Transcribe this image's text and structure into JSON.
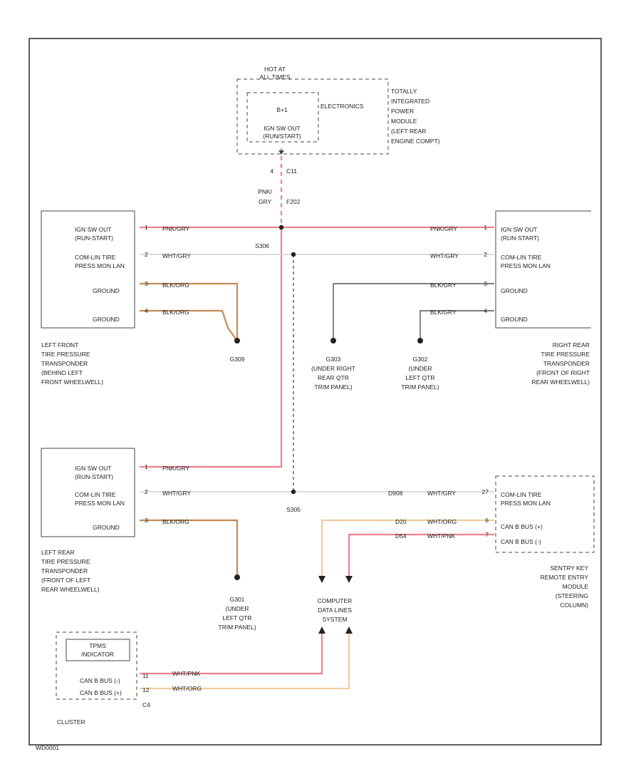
{
  "footer": {
    "code": "WD0001"
  },
  "tipm": {
    "hot_at": [
      "HOT AT",
      "ALL TIMES"
    ],
    "fuse": "B+1",
    "ign_label": [
      "IGN SW OUT",
      "(RUN/START)"
    ],
    "electronics": "ELECTRONICS",
    "name": [
      "TOTALLY",
      "INTEGRATED",
      "POWER",
      "MODULE",
      "(LEFT REAR",
      "ENGINE COMPT)"
    ],
    "pin": "4",
    "connector": "C11",
    "wire": [
      "PNK/",
      "GRY",
      "F202"
    ]
  },
  "splices": {
    "s306": "S306",
    "s305": "S305"
  },
  "left_front": {
    "pins": [
      {
        "pin": "1",
        "wire": "PNK/GRY",
        "label": [
          "IGN SW OUT",
          "(RUN-START)"
        ]
      },
      {
        "pin": "2",
        "wire": "WHT/GRY",
        "label": [
          "COM-LIN TIRE",
          "PRESS MON LAN"
        ]
      },
      {
        "pin": "3",
        "wire": "BLK/ORG",
        "label": [
          "GROUND"
        ]
      },
      {
        "pin": "4",
        "wire": "BLK/ORG",
        "label": [
          "GROUND"
        ]
      }
    ],
    "ground": "G309",
    "name": [
      "LEFT FRONT",
      "TIRE PRESSURE",
      "TRANSPONDER",
      "(BEHIND LEFT",
      "FRONT WHEELWELL)"
    ]
  },
  "right_rear": {
    "pins": [
      {
        "pin": "1",
        "wire": "PNK/GRY",
        "label": [
          "IGN SW OUT",
          "(RUN-START)"
        ]
      },
      {
        "pin": "2",
        "wire": "WHT/GRY",
        "label": [
          "COM-LIN TIRE",
          "PRESS MON LAN"
        ]
      },
      {
        "pin": "3",
        "wire": "BLK/GRY",
        "label": [
          "GROUND"
        ]
      },
      {
        "pin": "4",
        "wire": "BLK/GRY",
        "label": [
          "GROUND"
        ]
      }
    ],
    "name": [
      "RIGHT REAR",
      "TIRE PRESSURE",
      "TRANSPONDER",
      "(FRONT OF RIGHT",
      "REAR WHEELWELL)"
    ]
  },
  "grounds": {
    "g303": [
      "G303",
      "(UNDER RIGHT",
      "REAR QTR",
      "TRIM PANEL)"
    ],
    "g302": [
      "G302",
      "(UNDER",
      "LEFT QTR",
      "TRIM PANEL)"
    ],
    "g301": [
      "G301",
      "(UNDER",
      "LEFT QTR",
      "TRIM PANEL)"
    ]
  },
  "left_rear": {
    "pins": [
      {
        "pin": "1",
        "wire": "PNK/GRY",
        "label": [
          "IGN SW OUT",
          "(RUN-START)"
        ]
      },
      {
        "pin": "2",
        "wire": "WHT/GRY",
        "label": [
          "COM-LIN TIRE",
          "PRESS MON LAN"
        ]
      },
      {
        "pin": "3",
        "wire": "BLK/ORG",
        "label": [
          "GROUND"
        ]
      }
    ],
    "name": [
      "LEFT REAR",
      "TIRE PRESSURE",
      "TRANSPONDER",
      "(FRONT OF LEFT",
      "REAR WHEELWELL)"
    ]
  },
  "sentry": {
    "pins": [
      {
        "pin": "27",
        "circuit": "D908",
        "wire": "WHT/GRY",
        "label": [
          "COM-LIN TIRE",
          "PRESS MON LAN"
        ]
      },
      {
        "pin": "6",
        "circuit": "D20",
        "wire": "WHT/ORG",
        "label": [
          "CAN B BUS (+)"
        ]
      },
      {
        "pin": "7",
        "circuit": "D54",
        "wire": "WHT/PNK",
        "label": [
          "CAN B BUS (-)"
        ]
      }
    ],
    "name": [
      "SENTRY KEY",
      "REMOTE ENTRY",
      "MODULE",
      "(STEERING",
      "COLUMN)"
    ]
  },
  "data_lines": {
    "label": [
      "COMPUTER",
      "DATA LINES",
      "SYSTEM"
    ]
  },
  "cluster": {
    "indicator": [
      "TPMS",
      "INDICATOR"
    ],
    "pins": [
      {
        "pin": "11",
        "wire": "WHT/PNK",
        "label": "CAN B BUS (-)"
      },
      {
        "pin": "12",
        "wire": "WHT/ORG",
        "label": "CAN B BUS (+)"
      }
    ],
    "connector": "C4",
    "name": "CLUSTER"
  }
}
